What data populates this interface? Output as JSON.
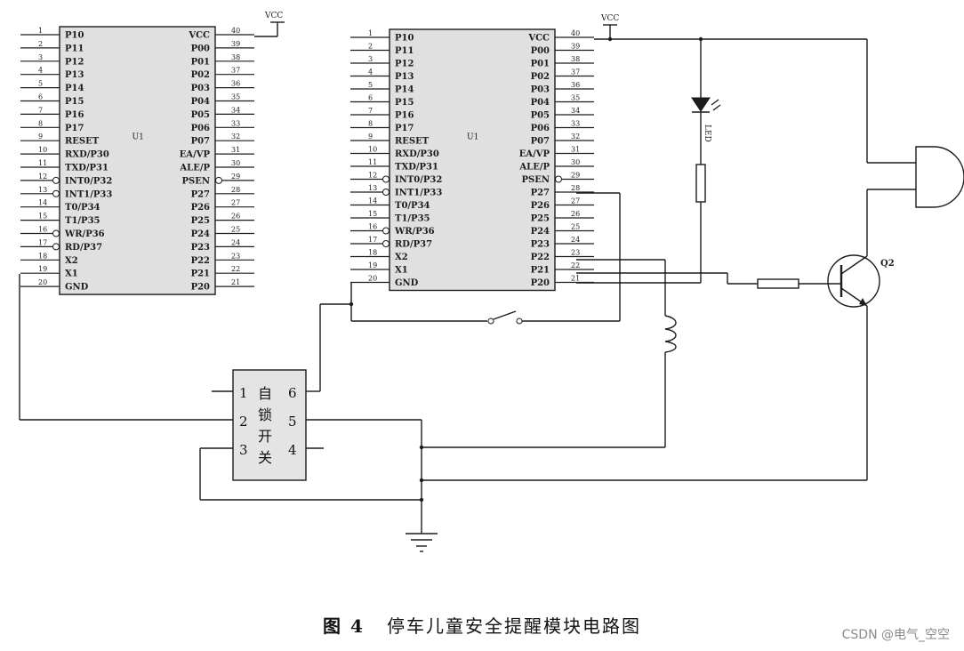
{
  "caption": {
    "figure_label": "图 4",
    "title": "停车儿童安全提醒模块电路图"
  },
  "watermark": "CSDN @电气_空空",
  "mcu_left": {
    "designator": "U1",
    "left_pins": [
      "P10",
      "P11",
      "P12",
      "P13",
      "P14",
      "P15",
      "P16",
      "P17",
      "RESET",
      "RXD/P30",
      "TXD/P31",
      "INT0/P32",
      "INT1/P33",
      "T0/P34",
      "T1/P35",
      "WR/P36",
      "RD/P37",
      "X2",
      "X1",
      "GND"
    ],
    "right_pins": [
      "VCC",
      "P00",
      "P01",
      "P02",
      "P03",
      "P04",
      "P05",
      "P06",
      "P07",
      "EA/VP",
      "ALE/P",
      "PSEN",
      "P27",
      "P26",
      "P25",
      "P24",
      "P23",
      "P22",
      "P21",
      "P20"
    ],
    "left_numbers": [
      "1",
      "2",
      "3",
      "4",
      "5",
      "6",
      "7",
      "8",
      "9",
      "10",
      "11",
      "12",
      "13",
      "14",
      "15",
      "16",
      "17",
      "18",
      "19",
      "20"
    ],
    "right_numbers": [
      "40",
      "39",
      "38",
      "37",
      "36",
      "35",
      "34",
      "33",
      "32",
      "31",
      "30",
      "29",
      "28",
      "27",
      "26",
      "25",
      "24",
      "23",
      "22",
      "21"
    ],
    "vcc_label": "VCC"
  },
  "mcu_right": {
    "designator": "U1",
    "left_pins": [
      "P10",
      "P11",
      "P12",
      "P13",
      "P14",
      "P15",
      "P16",
      "P17",
      "RESET",
      "RXD/P30",
      "TXD/P31",
      "INT0/P32",
      "INT1/P33",
      "T0/P34",
      "T1/P35",
      "WR/P36",
      "RD/P37",
      "X2",
      "X1",
      "GND"
    ],
    "right_pins": [
      "VCC",
      "P00",
      "P01",
      "P02",
      "P03",
      "P04",
      "P05",
      "P06",
      "P07",
      "EA/VP",
      "ALE/P",
      "PSEN",
      "P27",
      "P26",
      "P25",
      "P24",
      "P23",
      "P22",
      "P21",
      "P20"
    ],
    "left_numbers": [
      "1",
      "2",
      "3",
      "4",
      "5",
      "6",
      "7",
      "8",
      "9",
      "10",
      "11",
      "12",
      "13",
      "14",
      "15",
      "16",
      "17",
      "18",
      "19",
      "20"
    ],
    "right_numbers": [
      "40",
      "39",
      "38",
      "37",
      "36",
      "35",
      "34",
      "33",
      "32",
      "31",
      "30",
      "29",
      "28",
      "27",
      "26",
      "25",
      "24",
      "23",
      "22",
      "21"
    ],
    "vcc_label": "VCC"
  },
  "led_label": "LED",
  "transistor_label": "Q2",
  "latch_switch": {
    "name_chars": [
      "自",
      "锁",
      "开",
      "关"
    ],
    "left_pins": [
      "1",
      "2",
      "3"
    ],
    "right_pins": [
      "6",
      "5",
      "4"
    ]
  }
}
